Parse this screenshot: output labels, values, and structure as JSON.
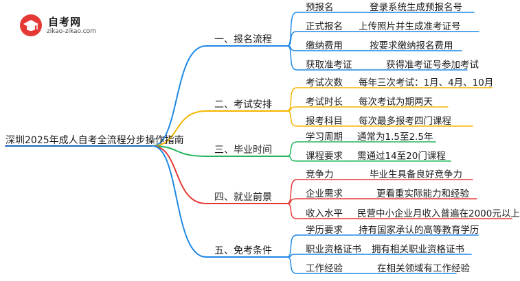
{
  "watermark": {
    "name": "自考网",
    "url": "zikao-zikao.com",
    "logo_icon": "graduation-cap-icon"
  },
  "root": {
    "label": "深圳2025年成人自考全流程分步操作指南"
  },
  "colors": {
    "root_line": "#1565c0",
    "branch1": "#1e88e5",
    "branch2": "#f5b400",
    "branch3": "#20b55a",
    "branch4": "#e53935",
    "branch5": "#1e88e5",
    "logo_bg": "#e53935"
  },
  "branches": [
    {
      "label": "一、报名流程",
      "items": [
        {
          "key": "预报名",
          "value": "登录系统生成预报名号"
        },
        {
          "key": "正式报名",
          "value": "上传照片并生成准考证号"
        },
        {
          "key": "缴纳费用",
          "value": "按要求缴纳报名费用"
        },
        {
          "key": "获取准考证",
          "value": "获得准考证号参加考试"
        }
      ]
    },
    {
      "label": "二、考试安排",
      "items": [
        {
          "key": "考试次数",
          "value": "每年三次考试：1月、4月、10月"
        },
        {
          "key": "考试时长",
          "value": "每次考试为期两天"
        },
        {
          "key": "报考科目",
          "value": "每次最多报考四门课程"
        }
      ]
    },
    {
      "label": "三、毕业时间",
      "items": [
        {
          "key": "学习周期",
          "value": "通常为1.5至2.5年"
        },
        {
          "key": "课程要求",
          "value": "需通过14至20门课程"
        }
      ]
    },
    {
      "label": "四、就业前景",
      "items": [
        {
          "key": "竞争力",
          "value": "毕业生具备良好竞争力"
        },
        {
          "key": "企业需求",
          "value": "更看重实际能力和经验"
        },
        {
          "key": "收入水平",
          "value": "民营中小企业月收入普遍在2000元以上"
        }
      ]
    },
    {
      "label": "五、免考条件",
      "items": [
        {
          "key": "学历要求",
          "value": "持有国家承认的高等教育学历"
        },
        {
          "key": "职业资格证书",
          "value": "拥有相关职业资格证书"
        },
        {
          "key": "工作经验",
          "value": "在相关领域有工作经验"
        }
      ]
    }
  ]
}
